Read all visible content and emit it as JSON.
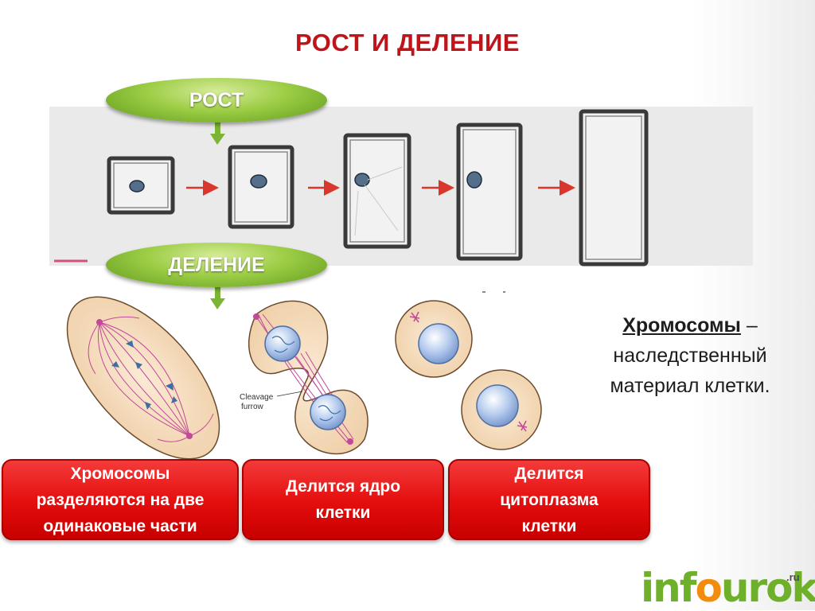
{
  "slide": {
    "title": "РОСТ И ДЕЛЕНИЕ"
  },
  "labels": {
    "growth": "РОСТ",
    "division": "ДЕЛЕНИЕ"
  },
  "definition": {
    "term": "Хромосомы",
    "dash": " –",
    "line1": "наследственный",
    "line2": "материал клетки."
  },
  "figure": {
    "cleavage_line1": "Cleavage",
    "cleavage_line2": "furrow"
  },
  "steps": [
    {
      "line1": "Хромосомы",
      "line2": "разделяются на две",
      "line3": "одинаковые части"
    },
    {
      "line1": "Делится ядро",
      "line2": "клетки"
    },
    {
      "line1": "Делится",
      "line2": "цитоплазма",
      "line3": "клетки"
    }
  ],
  "logo": {
    "part1": "inf",
    "part2": "o",
    "part3": "urok",
    "suffix": ".ru"
  },
  "colors": {
    "title": "#c0141b",
    "pill_green": "#8cc63f",
    "step_red": "#e30d0d",
    "arrow_red": "#d9362e",
    "cell_fill": "#f6dfc2",
    "spindle": "#c2489a",
    "nucleus": "#9fb8e0"
  }
}
